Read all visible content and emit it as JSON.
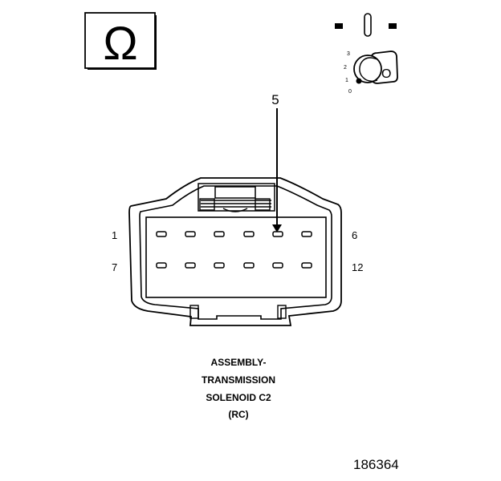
{
  "symbols": {
    "ohm": "Ω",
    "key_key_letter": "O"
  },
  "ignition_key": {
    "positions": [
      "3",
      "2",
      "1",
      "0"
    ]
  },
  "connector": {
    "callout_cavity": "5",
    "row_labels": {
      "top_left": "1",
      "top_right": "6",
      "bottom_left": "7",
      "bottom_right": "12"
    }
  },
  "caption": {
    "line1": "ASSEMBLY-",
    "line2": "TRANSMISSION",
    "line3": "SOLENOID C2",
    "line4": "(RC)"
  },
  "figure_id": "186364",
  "colors": {
    "ink": "#000000",
    "background": "#ffffff"
  }
}
